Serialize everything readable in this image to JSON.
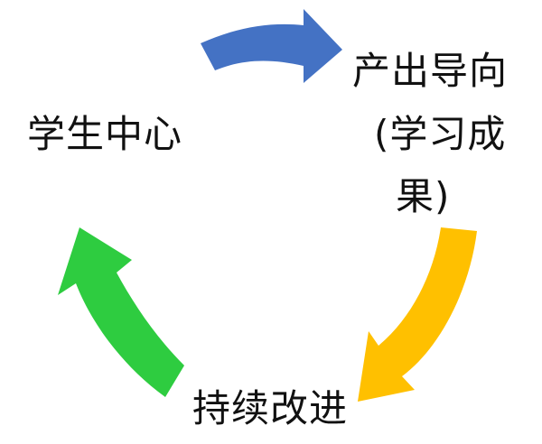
{
  "diagram": {
    "nodes": {
      "student_center": "学生中心",
      "outcome_oriented": "产出导向",
      "outcome_paren_line_1": "(学习成",
      "outcome_paren_line_2": "果)",
      "continuous_improvement": "持续改进"
    },
    "arrows": [
      {
        "from": "student_center",
        "to": "outcome_oriented",
        "color": "#4472C4"
      },
      {
        "from": "outcome_oriented",
        "to": "continuous_improvement",
        "color": "#FFC000"
      },
      {
        "from": "continuous_improvement",
        "to": "student_center",
        "color": "#2ECC40"
      }
    ]
  }
}
